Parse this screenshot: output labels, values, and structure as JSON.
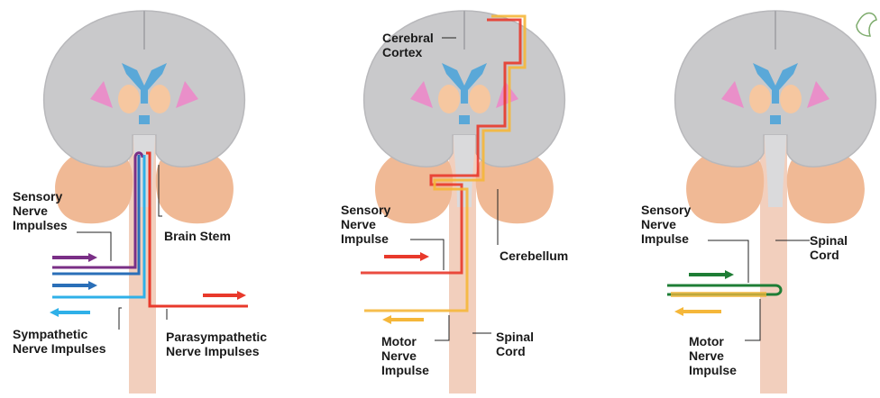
{
  "labels": {
    "panel1": {
      "sensory": "Sensory\nNerve\nImpulses",
      "brain_stem": "Brain Stem",
      "sympathetic": "Sympathetic\nNerve Impulses",
      "parasympathetic": "Parasympathetic\nNerve Impulses"
    },
    "panel2": {
      "cerebral_cortex": "Cerebral\nCortex",
      "sensory": "Sensory\nNerve\nImpulse",
      "cerebellum": "Cerebellum",
      "motor": "Motor\nNerve\nImpulse",
      "spinal_cord": "Spinal\nCord"
    },
    "panel3": {
      "sensory": "Sensory\nNerve\nImpulse",
      "spinal_cord": "Spinal\nCord",
      "motor": "Motor\nNerve\nImpulse"
    }
  },
  "colors": {
    "brain_gray": "#c9c9cb",
    "brain_outline": "#b0b0b3",
    "cerebellum": "#f0b995",
    "spinal_cord": "#f2cfbd",
    "ventricle_blue": "#5aa8d8",
    "limbic_pink": "#e98fc9",
    "thalamus": "#f6c7a0",
    "sensory_purple": "#7a2f86",
    "sensory_blue": "#2a6fb8",
    "sympathetic_cyan": "#2fb0e8",
    "parasympathetic_red": "#e8392b",
    "sensory_red": "#e8392b",
    "motor_yellow": "#f5b73a",
    "sensory_green": "#1e7d35"
  }
}
